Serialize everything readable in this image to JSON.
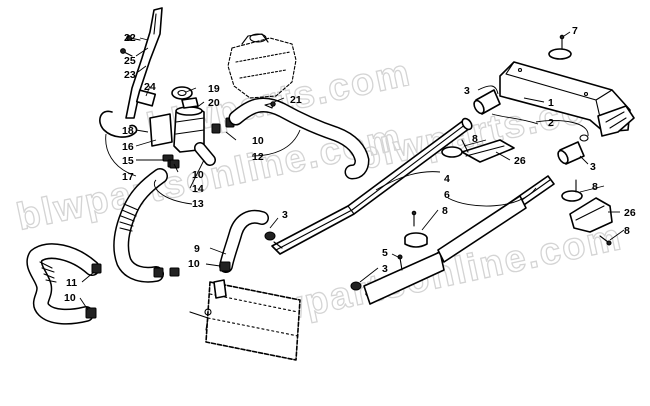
{
  "watermark": {
    "line1": "blwparts.com",
    "line2": "blwparts.com",
    "line3": "blwpartsonline.com",
    "line4": "blwpartsonline.com"
  },
  "callouts": {
    "c1": "1",
    "c2": "2",
    "c3a": "3",
    "c3b": "3",
    "c3c": "3",
    "c3d": "3",
    "c4": "4",
    "c5": "5",
    "c6": "6",
    "c7": "7",
    "c8a": "8",
    "c8b": "8",
    "c8c": "8",
    "c8d": "8",
    "c9": "9",
    "c10a": "10",
    "c10b": "10",
    "c10c": "10",
    "c10d": "10",
    "c11": "11",
    "c12": "12",
    "c13": "13",
    "c14": "14",
    "c15": "15",
    "c16": "16",
    "c17": "17",
    "c18": "18",
    "c19": "19",
    "c20": "20",
    "c21": "21",
    "c22": "22",
    "c23": "23",
    "c24": "24",
    "c25": "25",
    "c26a": "26",
    "c26b": "26"
  }
}
